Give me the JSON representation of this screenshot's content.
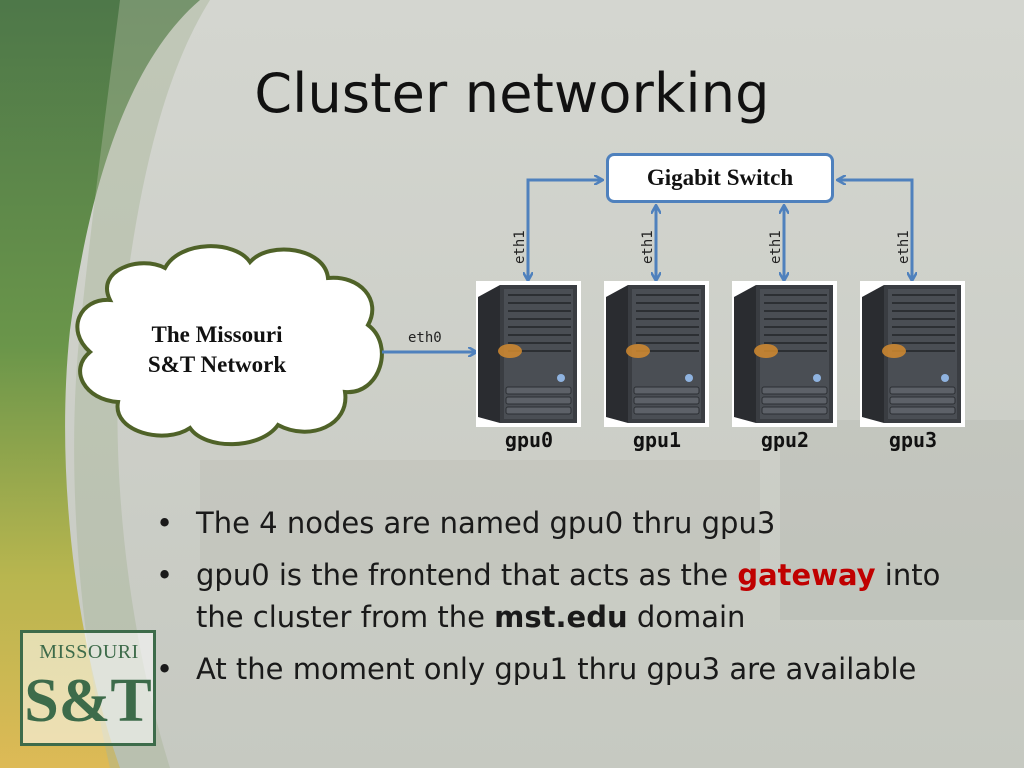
{
  "slide": {
    "title": "Cluster networking"
  },
  "diagram": {
    "switch_label": "Gigabit Switch",
    "network_label_line1": "The Missouri",
    "network_label_line2": "S&T Network",
    "eth0_label": "eth0",
    "eth1_label": "eth1",
    "nodes": [
      "gpu0",
      "gpu1",
      "gpu2",
      "gpu3"
    ],
    "colors": {
      "link": "#4f81bd",
      "cloud_border": "#4f6228"
    }
  },
  "bullets": {
    "b1": "The 4 nodes are named gpu0 thru gpu3",
    "b2_pre": "gpu0 is the frontend that acts as the ",
    "b2_hl": "gateway",
    "b2_mid": " into the cluster from the ",
    "b2_bold": "mst.edu",
    "b2_post": " domain",
    "b3": "At the moment only gpu1 thru gpu3 are available",
    "marker": "•"
  },
  "logo": {
    "line1": "MISSOURI",
    "line2": "S&T"
  }
}
